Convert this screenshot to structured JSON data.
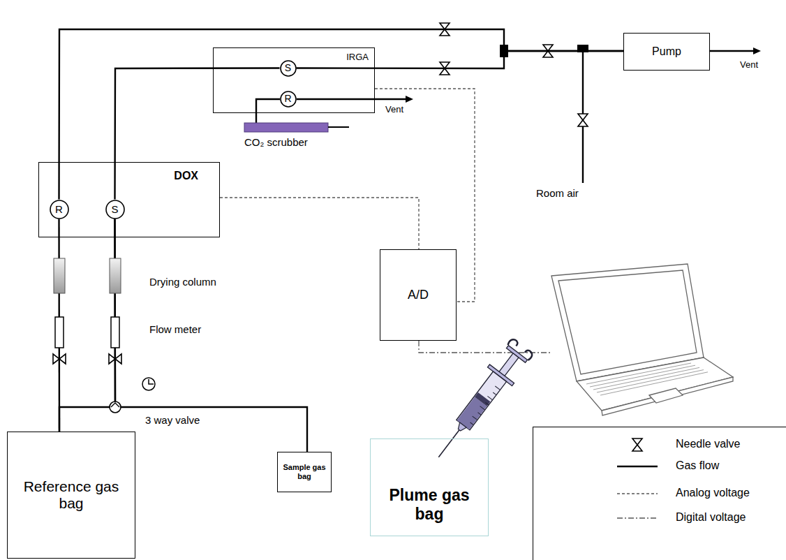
{
  "diagram": {
    "nodes": [
      {
        "text": [
          "IRGA"
        ]
      },
      {
        "text": [
          "S"
        ],
        "in": 0
      },
      {
        "text": [
          "R"
        ],
        "in": 0
      },
      {
        "text": [
          "DOX"
        ]
      },
      {
        "text": [
          "R"
        ],
        "in": 3
      },
      {
        "text": [
          "S"
        ],
        "in": 3
      },
      {
        "text": [
          "Pump"
        ]
      },
      {
        "text": [
          "A/D"
        ]
      },
      {
        "text": [
          "Reference gas bag"
        ]
      },
      {
        "text": [
          "Sample gas bag"
        ]
      },
      {
        "text": [
          "Plume gas bag"
        ]
      }
    ],
    "edges": [
      {
        "from": 8,
        "to": 4,
        "arrow": "none"
      },
      {
        "from": 8,
        "to": 5,
        "arrow": "none"
      },
      {
        "from": 9,
        "to": 5,
        "arrow": "none"
      },
      {
        "from": 4,
        "to": 6,
        "arrow": "none"
      },
      {
        "from": 5,
        "to": 1,
        "arrow": "none"
      },
      {
        "from": 1,
        "to": 6,
        "arrow": "none"
      },
      {
        "from": 3,
        "to": 7,
        "arrow": "none"
      },
      {
        "from": 0,
        "to": 7,
        "arrow": "none"
      }
    ],
    "labels": [
      "Vent",
      "CO₂ scrubber",
      "Vent",
      "Room air",
      "Drying column",
      "Flow meter",
      "3 way valve"
    ],
    "legend": [
      {
        "text": "Needle valve"
      },
      {
        "text": "Gas flow"
      },
      {
        "text": "Analog voltage"
      },
      {
        "text": "Digital voltage"
      }
    ]
  }
}
